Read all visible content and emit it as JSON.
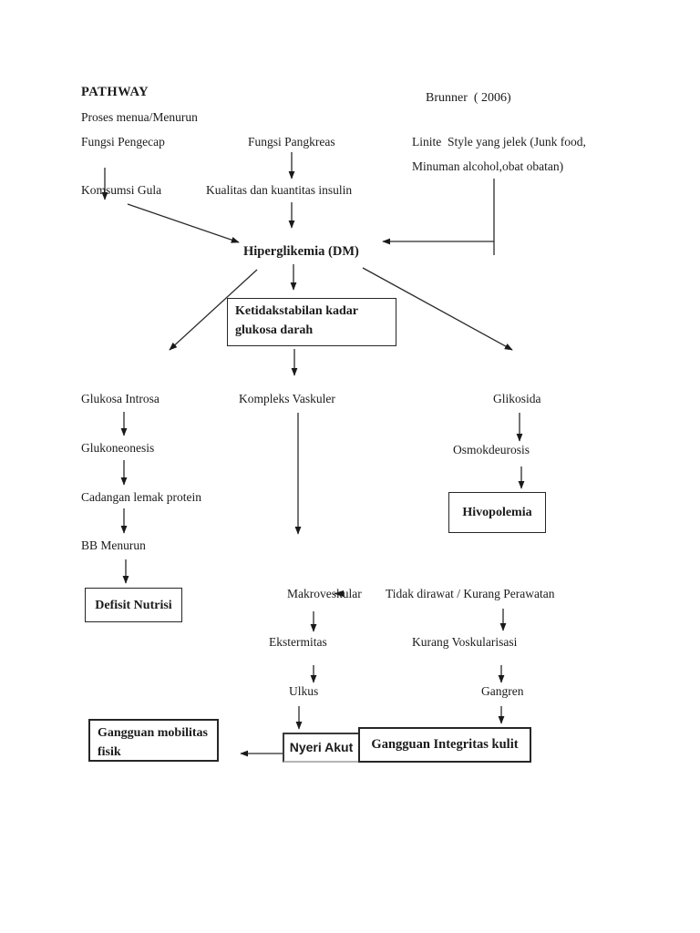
{
  "colors": {
    "ink": "#1b1b1b",
    "background": "#ffffff",
    "line": "#2b2b2b"
  },
  "labels": {
    "title": "PATHWAY",
    "source": "Brunner  ( 2006)",
    "proses": "Proses menua/Menurun",
    "fungsi_pengecap": "Fungsi Pengecap",
    "fungsi_pangkreas": "Fungsi Pangkreas",
    "lifestyle1": "Linite  Style yang jelek (Junk food,",
    "lifestyle2": "Minuman alcohol,obat obatan)",
    "komsumsi_gula": "Komsumsi Gula",
    "kualitas_insulin": "Kualitas dan kuantitas insulin",
    "hiperglikemia": "Hiperglikemia (DM)",
    "ketidakstabilan": "Ketidakstabilan kadar glukosa darah",
    "glukosa_introsa": "Glukosa Introsa",
    "kompleks_vaskuler": "Kompleks Vaskuler",
    "glikosida": "Glikosida",
    "glukoneonesis": "Glukoneonesis",
    "osmokdeurosis": "Osmokdeurosis",
    "hivopolemia": "Hivopolemia",
    "cadangan_lemak": "Cadangan lemak protein",
    "bb_menurun": "BB Menurun",
    "defisit_nutrisi": "Defisit Nutrisi",
    "makroveskular": "Makroveskular",
    "tidak_dirawat": "Tidak dirawat / Kurang Perawatan",
    "ekstermitas": "Ekstermitas",
    "kurang_voskularisasi": "Kurang Voskularisasi",
    "ulkus": "Ulkus",
    "gangren": "Gangren",
    "gangguan_mobilitas": "Gangguan mobilitas fisik",
    "nyeri_akut": "Nyeri Akut",
    "gangguan_integritas": "Gangguan Integritas kulit"
  }
}
